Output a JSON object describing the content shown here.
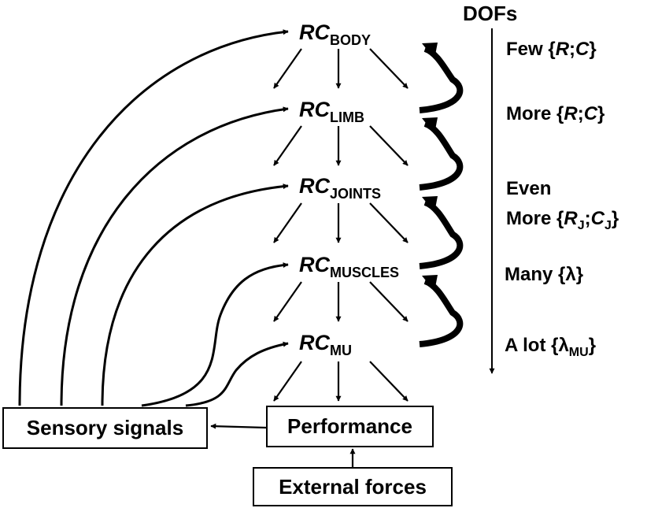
{
  "levels": [
    {
      "prefix": "RC",
      "sub": "BODY"
    },
    {
      "prefix": "RC",
      "sub": "LIMB"
    },
    {
      "prefix": "RC",
      "sub": "JOINTS"
    },
    {
      "prefix": "RC",
      "sub": "MUSCLES"
    },
    {
      "prefix": "RC",
      "sub": "MU"
    }
  ],
  "dof_axis": {
    "title": "DOFs",
    "items": [
      {
        "parts": [
          {
            "t": "Few {"
          },
          {
            "t": "R",
            "i": true
          },
          {
            "t": ";"
          },
          {
            "t": "C",
            "i": true
          },
          {
            "t": "}"
          }
        ]
      },
      {
        "parts": [
          {
            "t": "More {"
          },
          {
            "t": "R",
            "i": true
          },
          {
            "t": ";"
          },
          {
            "t": "C",
            "i": true
          },
          {
            "t": "}"
          }
        ]
      },
      {
        "parts": [
          {
            "t": "Even"
          }
        ]
      },
      {
        "parts": [
          {
            "t": "More {"
          },
          {
            "t": "R",
            "i": true
          },
          {
            "t": "J",
            "s": true
          },
          {
            "t": ";"
          },
          {
            "t": "C",
            "i": true
          },
          {
            "t": "J",
            "s": true
          },
          {
            "t": "}"
          }
        ]
      },
      {
        "parts": [
          {
            "t": "Many {λ}"
          }
        ]
      },
      {
        "parts": [
          {
            "t": "A lot {λ"
          },
          {
            "t": "MU",
            "s": true
          },
          {
            "t": "}"
          }
        ]
      }
    ]
  },
  "boxes": {
    "sensory": "Sensory signals",
    "performance": "Performance",
    "external": "External forces"
  }
}
